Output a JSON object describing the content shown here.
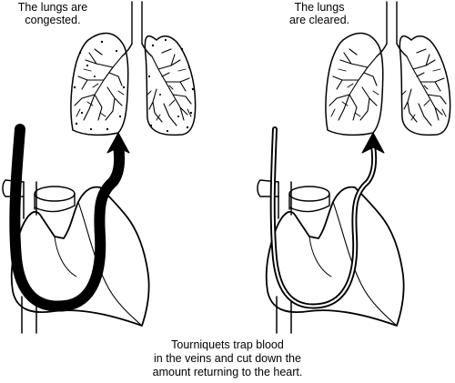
{
  "labels": {
    "congested": "The lungs are\ncongested.",
    "cleared": "The lungs\nare cleared."
  },
  "caption": "Tourniquets trap blood\nin the veins and cut down the\namount returning to the heart.",
  "colors": {
    "ink": "#000000",
    "paper": "#ffffff"
  }
}
